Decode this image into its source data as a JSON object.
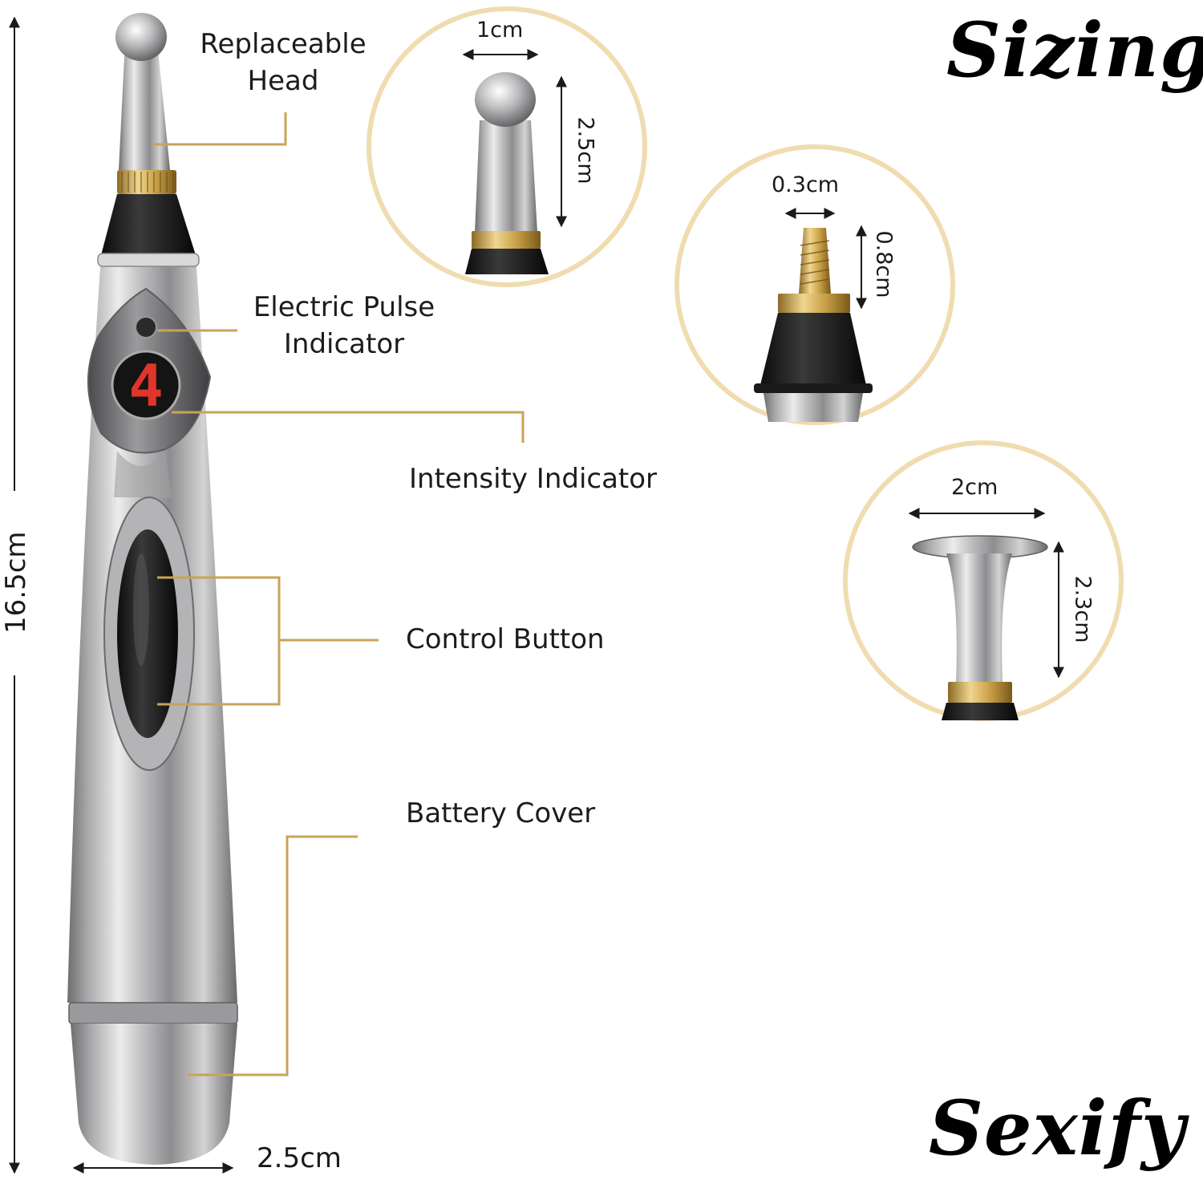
{
  "heading": "Sizing",
  "brand": "Sexify",
  "parts": {
    "head": {
      "line1": "Replaceable",
      "line2": "Head"
    },
    "pulse": {
      "line1": "Electric Pulse",
      "line2": "Indicator"
    },
    "intensity": "Intensity Indicator",
    "control": "Control Button",
    "battery": "Battery Cover"
  },
  "dimensions": {
    "pen_length": "16.5cm",
    "pen_width": "2.5cm",
    "ball_tip_width": "1cm",
    "ball_tip_height": "2.5cm",
    "needle_tip_width": "0.3cm",
    "needle_tip_height": "0.8cm",
    "flat_tip_width": "2cm",
    "flat_tip_height": "2.3cm"
  },
  "colors": {
    "leader_line": "#c9a35a",
    "circle_border": "#f0dcb0",
    "chrome": "#b9b9bb",
    "gold": "#c9a047",
    "black": "#1a1a1a",
    "digit_red": "#e0352a"
  }
}
